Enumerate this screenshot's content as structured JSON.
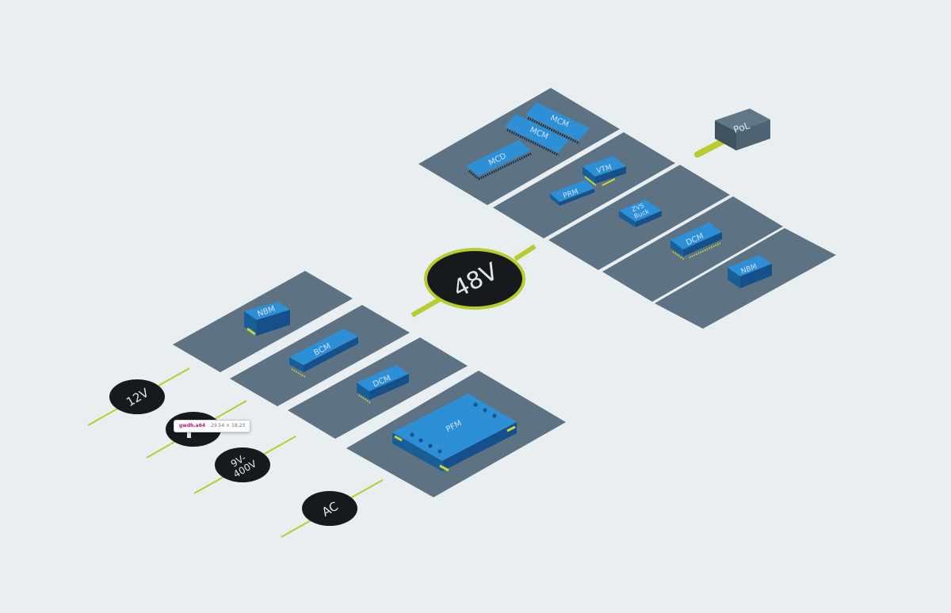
{
  "colors": {
    "background": "#e9eef1",
    "panel": "#5d7383",
    "module_top": "#2d8fd6",
    "module_side": "#1a5e97",
    "module_front": "#16508a",
    "pin": "#c8d63a",
    "bus_line": "#b9cc2e",
    "node_fill": "#171a1c",
    "node_text": "#dfe7ec",
    "pol_box": "#4f6472"
  },
  "bus": {
    "label": "48V"
  },
  "inputs": [
    {
      "label": "12V"
    },
    {
      "label": ""
    },
    {
      "label": "9V-\n400V"
    },
    {
      "label": "AC"
    }
  ],
  "left_panels": [
    {
      "module": "NBM"
    },
    {
      "module": "BCM"
    },
    {
      "module": "DCM"
    },
    {
      "module": "PFM"
    }
  ],
  "right_panels": [
    {
      "modules": [
        "MCM",
        "MCM",
        "MCD"
      ]
    },
    {
      "modules": [
        "VTM",
        "PRM"
      ]
    },
    {
      "modules": [
        "ZVS\nBuck"
      ]
    },
    {
      "modules": [
        "DCM"
      ]
    },
    {
      "modules": [
        "NBM"
      ]
    }
  ],
  "pol": {
    "label": "PoL"
  },
  "tooltip": {
    "name": "gwdh.a64",
    "dims": "29.54 × 18.23"
  }
}
